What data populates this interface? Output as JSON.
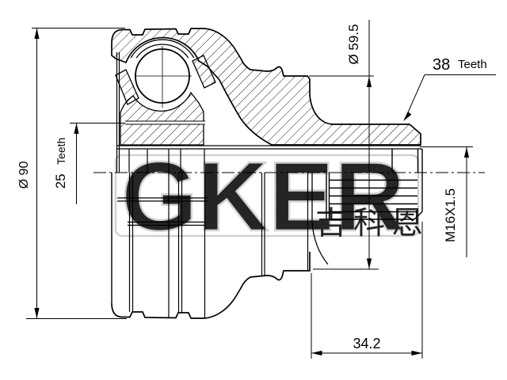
{
  "drawing": {
    "labels": {
      "outer_diameter": "Ø 90",
      "spline_count": "25",
      "spline_word": "Teeth",
      "ring_diameter": "Ø 59.5",
      "ring_teeth_count": "38",
      "ring_teeth_word": "Teeth",
      "thread": "M16X1.5",
      "stem_length": "34.2"
    },
    "watermark": {
      "latin": "GKER",
      "cjk": "吉科恩"
    },
    "colors": {
      "line": "#000000",
      "watermark": "#c9c9c9",
      "watermark_cjk": "#c2c2c2",
      "background": "#ffffff"
    }
  }
}
